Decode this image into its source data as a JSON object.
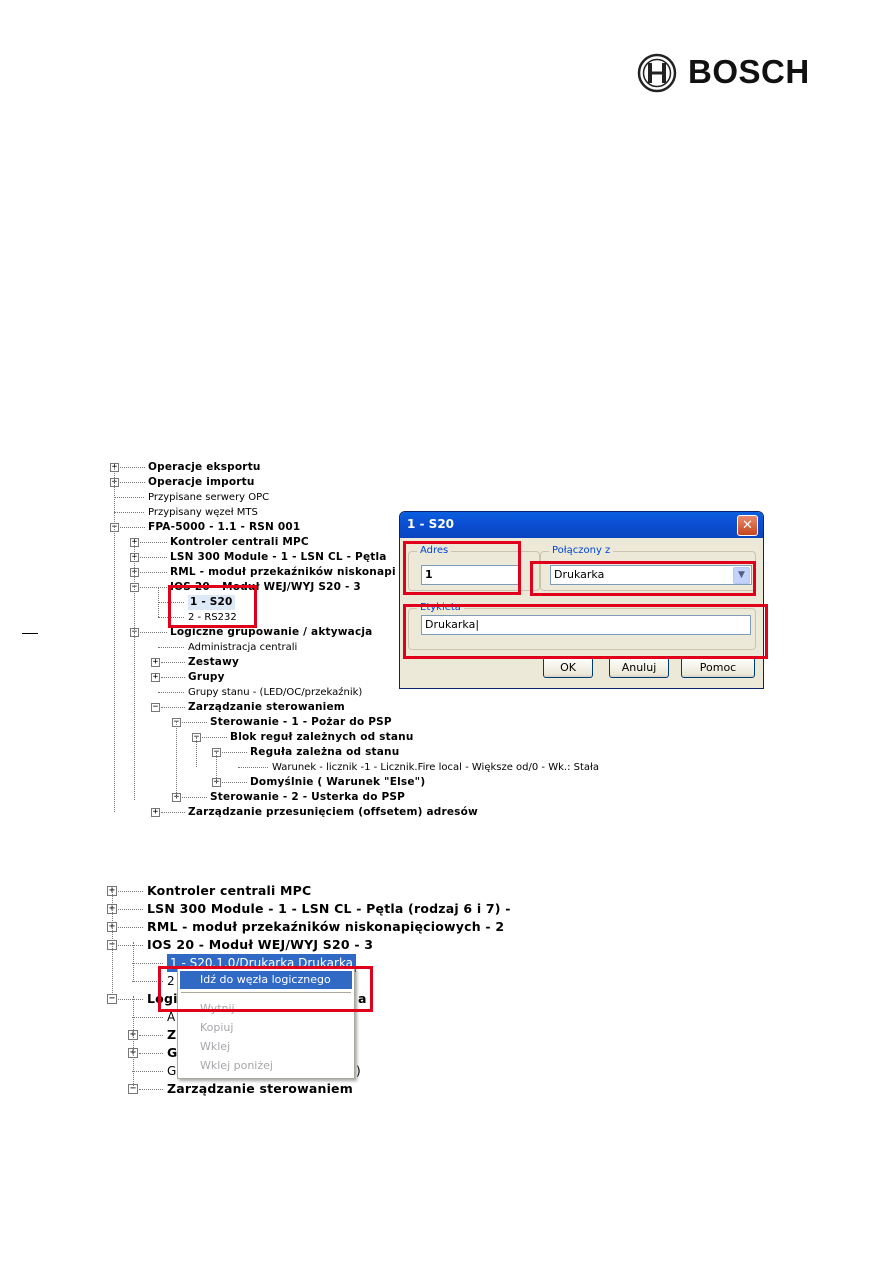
{
  "logo": {
    "text": "BOSCH",
    "icon": "bosch-armature-icon"
  },
  "tree1": [
    {
      "label": "Operacje eksportu",
      "bold": true,
      "expander": "+"
    },
    {
      "label": "Operacje importu",
      "bold": true,
      "expander": "+"
    },
    {
      "label": "Przypisane serwery OPC",
      "bold": false,
      "expander": ""
    },
    {
      "label": "Przypisany węzeł MTS",
      "bold": false,
      "expander": ""
    },
    {
      "label": "FPA-5000 - 1.1 - RSN 001",
      "bold": true,
      "expander": "-"
    },
    {
      "label": "Kontroler centrali MPC",
      "bold": true,
      "expander": "+"
    },
    {
      "label": "LSN 300 Module - 1 - LSN CL - Pętla",
      "bold": true,
      "expander": "+"
    },
    {
      "label": "RML - moduł przekaźników niskonapi",
      "bold": true,
      "expander": "+"
    },
    {
      "label": "IOS 20 - Moduł WEJ/WYJ S20 - 3",
      "bold": true,
      "expander": "-"
    },
    {
      "label": "1 - S20",
      "bold": true,
      "expander": ""
    },
    {
      "label": "2 - RS232",
      "bold": false,
      "expander": ""
    },
    {
      "label": "Logiczne grupowanie / aktywacja",
      "bold": true,
      "expander": "-"
    },
    {
      "label": "Administracja centrali",
      "bold": false,
      "expander": ""
    },
    {
      "label": "Zestawy",
      "bold": true,
      "expander": "+"
    },
    {
      "label": "Grupy",
      "bold": true,
      "expander": "+"
    },
    {
      "label": "Grupy stanu - (LED/OC/przekaźnik)",
      "bold": false,
      "expander": ""
    },
    {
      "label": "Zarządzanie sterowaniem",
      "bold": true,
      "expander": "-"
    },
    {
      "label": "Sterowanie - 1 - Pożar do PSP",
      "bold": true,
      "expander": "-"
    },
    {
      "label": "Blok reguł zależnych od stanu",
      "bold": true,
      "expander": "-"
    },
    {
      "label": "Reguła zależna od stanu",
      "bold": true,
      "expander": "-"
    },
    {
      "label": "Warunek - licznik -1 - Licznik.Fire local - Większe od/0 - Wk.: Stała",
      "bold": false,
      "expander": ""
    },
    {
      "label": "Domyślnie ( Warunek \"Else\")",
      "bold": true,
      "expander": "+"
    },
    {
      "label": "Sterowanie - 2 - Usterka do PSP",
      "bold": true,
      "expander": "+"
    },
    {
      "label": "Zarządzanie przesunięciem (offsetem) adresów",
      "bold": true,
      "expander": "+"
    }
  ],
  "dialog": {
    "title": "1 - S20",
    "adres_label": "Adres",
    "adres_value": "1",
    "polaczony_label": "Połączony z",
    "polaczony_value": "Drukarka",
    "etykieta_label": "Etykieta",
    "etykieta_value": "Drukarka|",
    "ok": "OK",
    "anuluj": "Anuluj",
    "pomoc": "Pomoc"
  },
  "tree2": [
    {
      "label": "Kontroler centrali MPC",
      "bold": true,
      "expander": "+"
    },
    {
      "label": "LSN 300 Module - 1 - LSN CL - Pętla (rodzaj 6 i 7) -",
      "bold": true,
      "expander": "+"
    },
    {
      "label": "RML - moduł przekaźników niskonapięciowych - 2",
      "bold": true,
      "expander": "+"
    },
    {
      "label": "IOS 20 - Moduł WEJ/WYJ S20 - 3",
      "bold": true,
      "expander": "-"
    },
    {
      "label": "1 - S20.1.0/Drukarka Drukarka",
      "bold": false,
      "expander": ""
    },
    {
      "label": "2",
      "bold": false,
      "expander": ""
    },
    {
      "label": "Logi",
      "bold": true,
      "expander": "-"
    },
    {
      "label": "A",
      "bold": false,
      "expander": ""
    },
    {
      "label": "Z",
      "bold": true,
      "expander": "+"
    },
    {
      "label": "G",
      "bold": true,
      "expander": "+"
    },
    {
      "label": "G",
      "bold": false,
      "expander": ""
    },
    {
      "label": "Zarządzanie sterowaniem",
      "bold": true,
      "expander": "-"
    }
  ],
  "tree2_tails": {
    "row6": "a",
    "row10": ")"
  },
  "context_menu": [
    {
      "label": "Idź do węzła logicznego",
      "enabled": true
    },
    {
      "label": "Wytnij",
      "enabled": false
    },
    {
      "label": "Kopiuj",
      "enabled": false
    },
    {
      "label": "Wklej",
      "enabled": false
    },
    {
      "label": "Wklej poniżej",
      "enabled": false
    }
  ],
  "colors": {
    "highlight": "#e0001b",
    "selection": "#316ac5",
    "dialog_title": "#0b4fd3"
  }
}
